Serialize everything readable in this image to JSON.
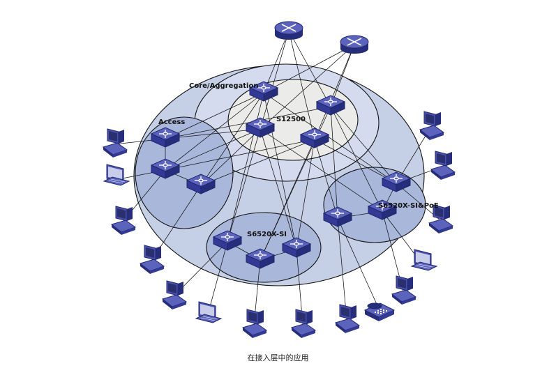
{
  "diagram": {
    "labels": {
      "core": "Core/Aggregation",
      "s12500": "S12500",
      "access": "Access",
      "si": "S6520X-SI",
      "sipoe": "S6520X-SI&PoE"
    },
    "caption": "在接入层中的应用",
    "colors": {
      "outer_zone": "#c5cfe6",
      "core_zone": "#d4dbee",
      "inner_zone": "#ebebea",
      "access_zone": "#a9b7db",
      "device_blue": "#3f47a5",
      "device_dark": "#262d7a",
      "link": "#111111"
    }
  }
}
